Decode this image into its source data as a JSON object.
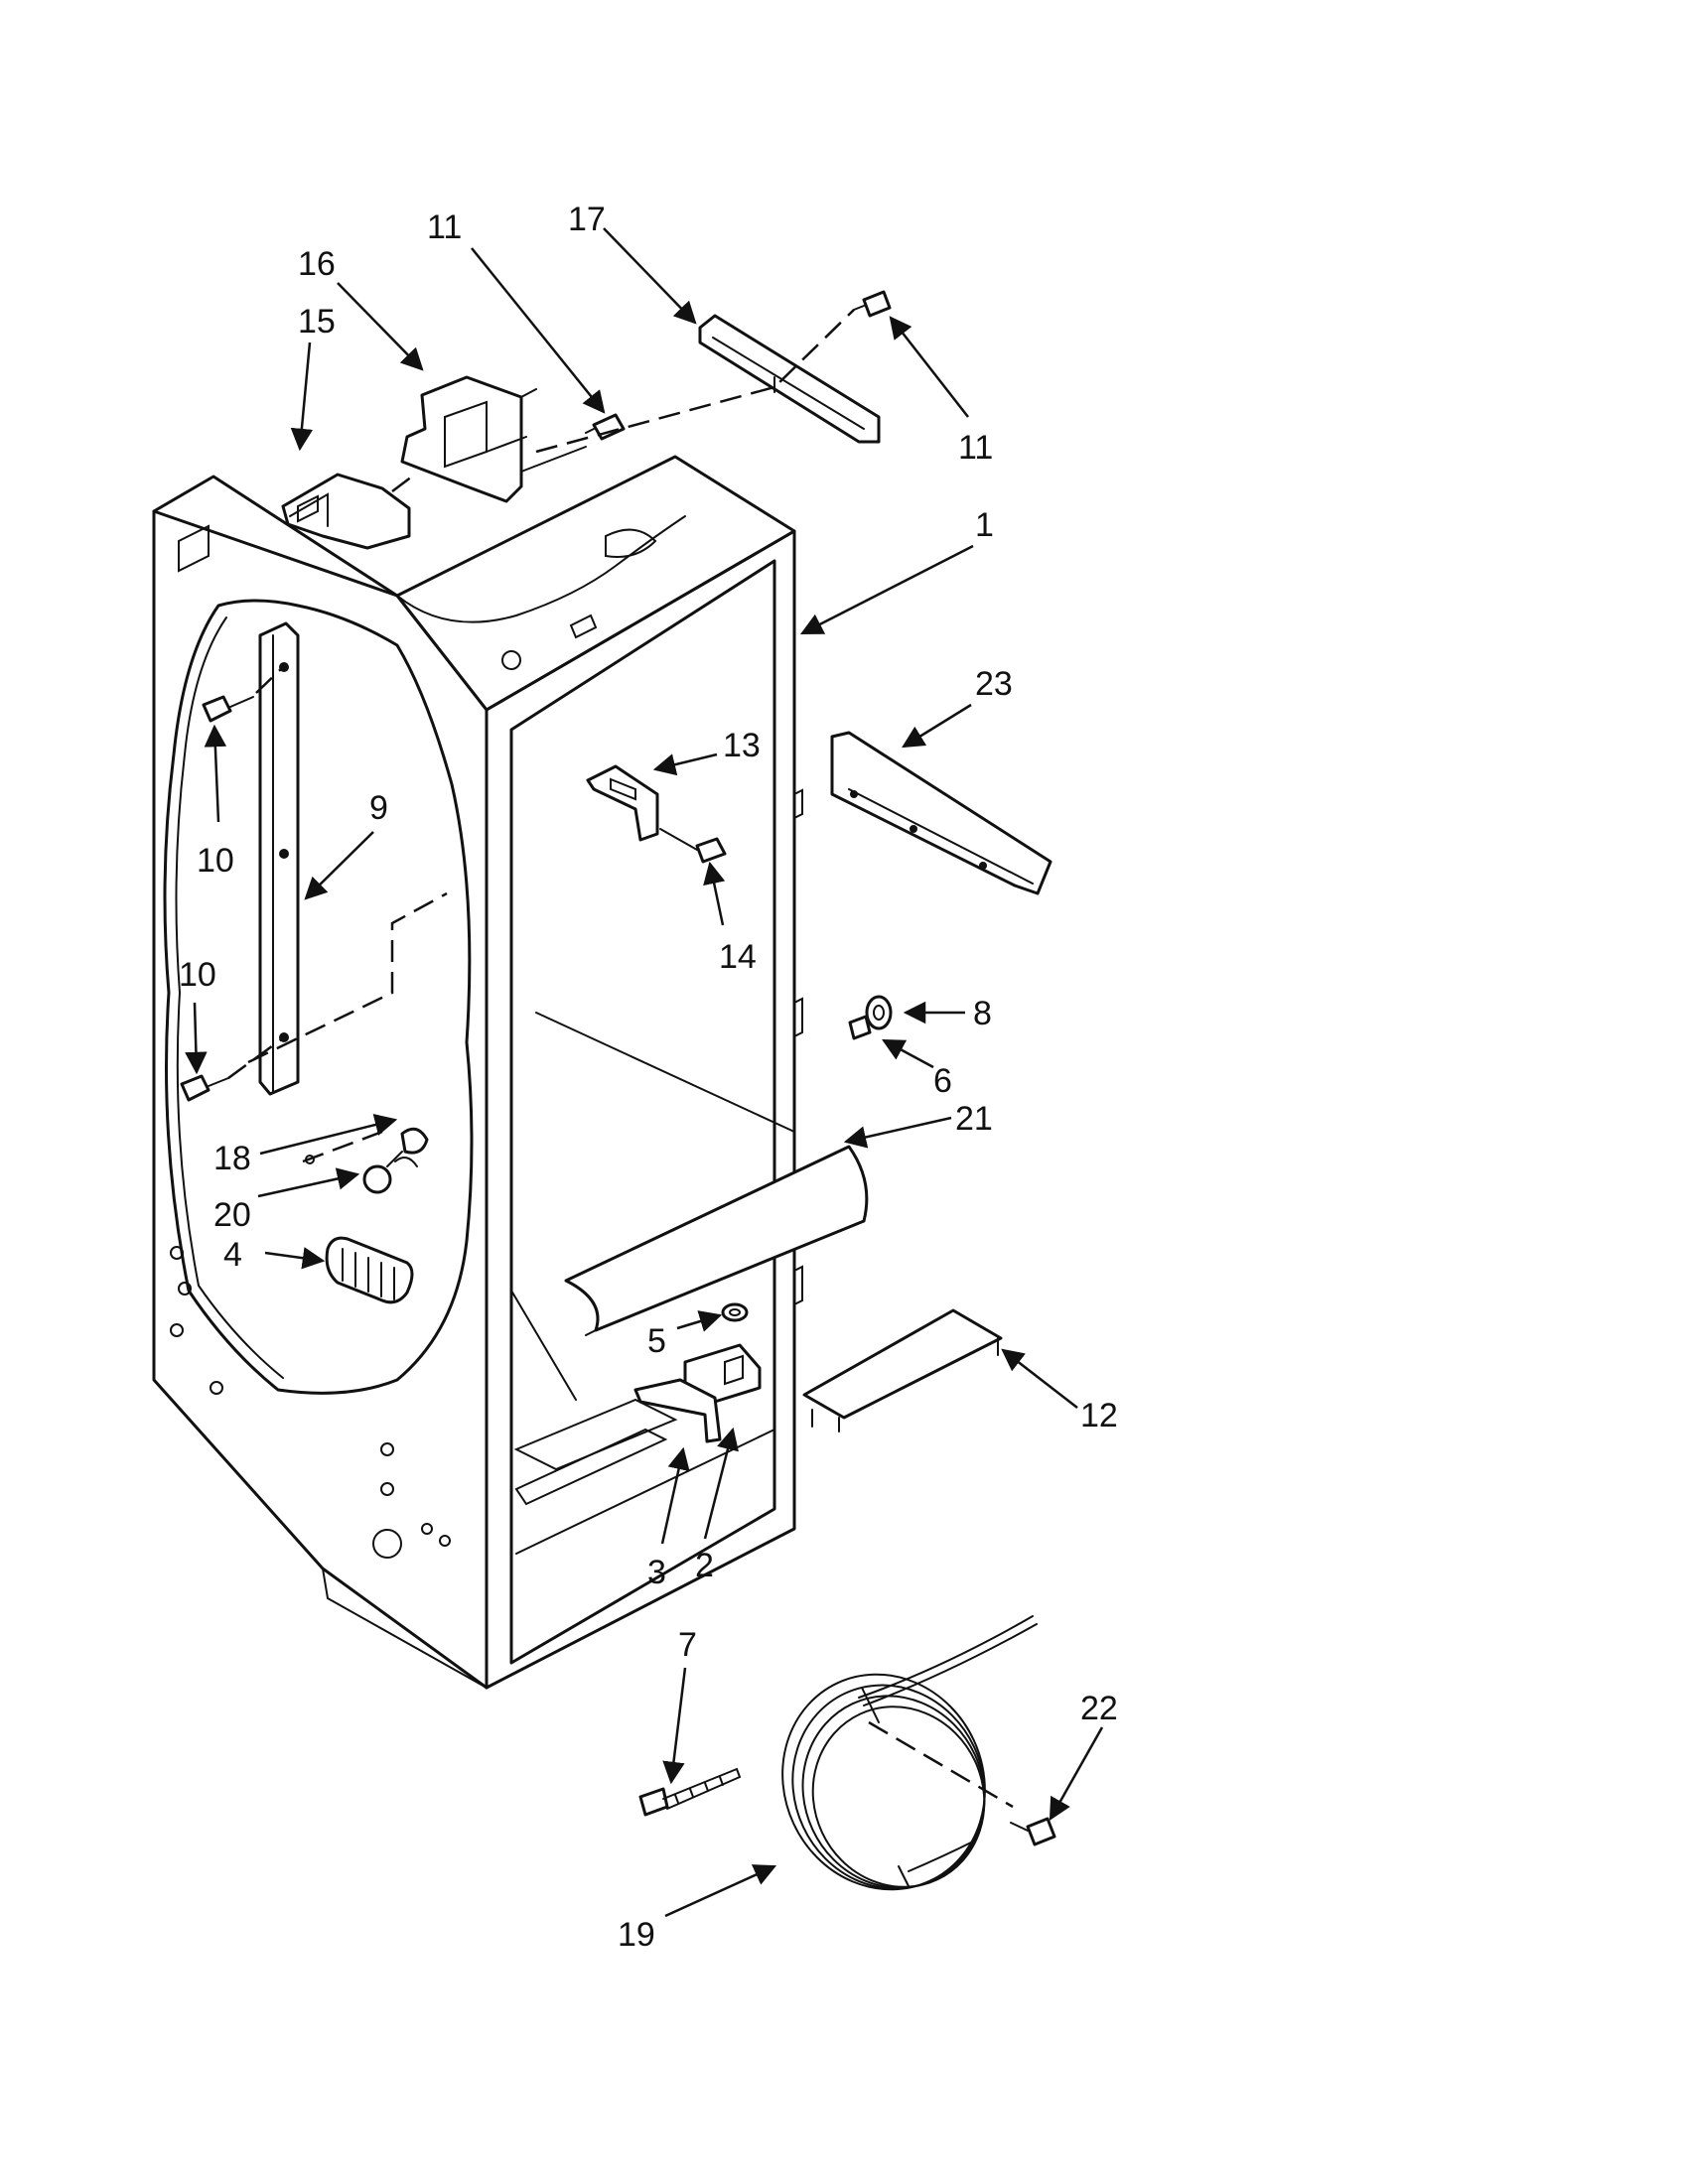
{
  "callouts": [
    {
      "id": "c1",
      "text": "1"
    },
    {
      "id": "c2",
      "text": "2"
    },
    {
      "id": "c3",
      "text": "3"
    },
    {
      "id": "c4",
      "text": "4"
    },
    {
      "id": "c5",
      "text": "5"
    },
    {
      "id": "c6",
      "text": "6"
    },
    {
      "id": "c7",
      "text": "7"
    },
    {
      "id": "c8",
      "text": "8"
    },
    {
      "id": "c9",
      "text": "9"
    },
    {
      "id": "c10a",
      "text": "10"
    },
    {
      "id": "c10b",
      "text": "10"
    },
    {
      "id": "c11a",
      "text": "11"
    },
    {
      "id": "c11b",
      "text": "11"
    },
    {
      "id": "c12",
      "text": "12"
    },
    {
      "id": "c13",
      "text": "13"
    },
    {
      "id": "c14",
      "text": "14"
    },
    {
      "id": "c15",
      "text": "15"
    },
    {
      "id": "c16",
      "text": "16"
    },
    {
      "id": "c17",
      "text": "17"
    },
    {
      "id": "c18",
      "text": "18"
    },
    {
      "id": "c19",
      "text": "19"
    },
    {
      "id": "c20",
      "text": "20"
    },
    {
      "id": "c21",
      "text": "21"
    },
    {
      "id": "c22",
      "text": "22"
    },
    {
      "id": "c23",
      "text": "23"
    }
  ]
}
